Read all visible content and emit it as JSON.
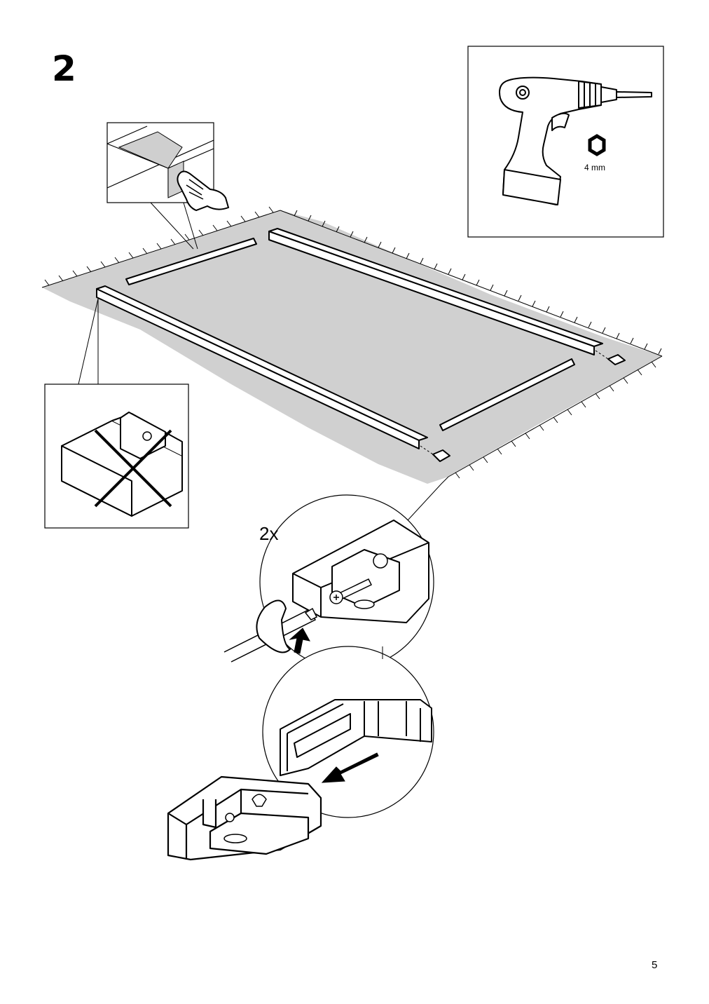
{
  "step": {
    "number": "2"
  },
  "tool": {
    "name_icon": "power-drill-icon",
    "bit_icon": "hex-bit-icon",
    "bit_size_label": "4 mm"
  },
  "quantity": {
    "label": "2x"
  },
  "footer": {
    "page_number": "5"
  },
  "colors": {
    "ink": "#000000",
    "mat_fill": "#d0d0d0",
    "paper": "#ffffff"
  }
}
